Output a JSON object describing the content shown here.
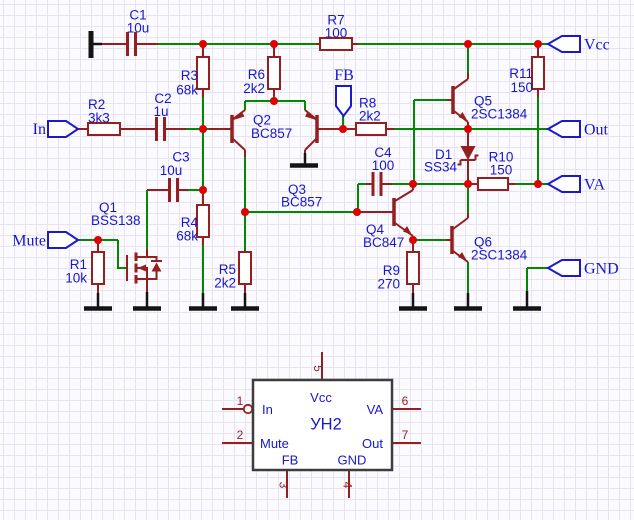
{
  "colors": {
    "wire_green": "#008A00",
    "component_maroon": "#941F1F",
    "junction_red": "#DF0000",
    "label_blue": "#1717CC",
    "port_blue": "#1A1ACB",
    "ground_black": "#141414",
    "grid_line": "#E8E3F2",
    "background": "#FBFAFE"
  },
  "components": {
    "C1": {
      "ref": "C1",
      "value": "10u"
    },
    "C2": {
      "ref": "C2",
      "value": "1u"
    },
    "C3": {
      "ref": "C3",
      "value": "10u"
    },
    "C4": {
      "ref": "C4",
      "value": "100"
    },
    "R1": {
      "ref": "R1",
      "value": "10k"
    },
    "R2": {
      "ref": "R2",
      "value": "3k3"
    },
    "R3": {
      "ref": "R3",
      "value": "68k"
    },
    "R4": {
      "ref": "R4",
      "value": "68k"
    },
    "R5": {
      "ref": "R5",
      "value": "2k2"
    },
    "R6": {
      "ref": "R6",
      "value": "2k2"
    },
    "R7": {
      "ref": "R7",
      "value": "100"
    },
    "R8": {
      "ref": "R8",
      "value": "2k2"
    },
    "R9": {
      "ref": "R9",
      "value": "270"
    },
    "R10": {
      "ref": "R10",
      "value": "150"
    },
    "R11": {
      "ref": "R11",
      "value": "150"
    },
    "Q1": {
      "ref": "Q1",
      "value": "BSS138"
    },
    "Q2": {
      "ref": "Q2",
      "value": "BC857"
    },
    "Q3": {
      "ref": "Q3",
      "value": "BC857"
    },
    "Q4": {
      "ref": "Q4",
      "value": "BC847"
    },
    "Q5": {
      "ref": "Q5",
      "value": "2SC1384"
    },
    "Q6": {
      "ref": "Q6",
      "value": "2SC1384"
    },
    "D1": {
      "ref": "D1",
      "value": "SS34"
    }
  },
  "net_labels": {
    "in": "In",
    "mute": "Mute",
    "fb": "FB",
    "vcc": "Vcc",
    "out": "Out",
    "va": "VA",
    "gnd": "GND"
  },
  "ic_symbol": {
    "name": "УН2",
    "pins": [
      {
        "number": "1",
        "label": "In"
      },
      {
        "number": "2",
        "label": "Mute"
      },
      {
        "number": "3",
        "label": "FB"
      },
      {
        "number": "4",
        "label": "GND"
      },
      {
        "number": "5",
        "label": "Vcc"
      },
      {
        "number": "6",
        "label": "VA"
      },
      {
        "number": "7",
        "label": "Out"
      }
    ]
  }
}
